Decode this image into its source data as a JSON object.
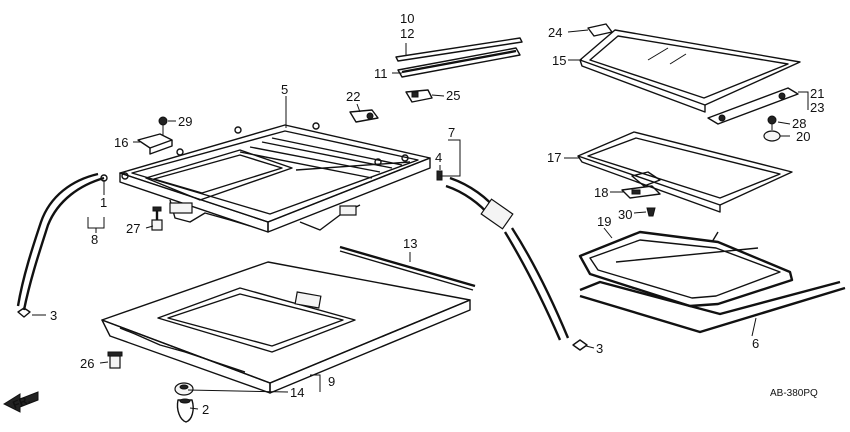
{
  "diagram": {
    "callouts": [
      "1",
      "2",
      "3",
      "3",
      "4",
      "5",
      "6",
      "7",
      "8",
      "9",
      "10",
      "11",
      "12",
      "13",
      "14",
      "15",
      "16",
      "17",
      "18",
      "19",
      "20",
      "21",
      "22",
      "23",
      "24",
      "25",
      "26",
      "27",
      "28",
      "29",
      "30"
    ],
    "direction_label": "FR.",
    "code": "AB-380PQ"
  },
  "colors": {
    "ink": "#111111",
    "paper": "#ffffff"
  }
}
